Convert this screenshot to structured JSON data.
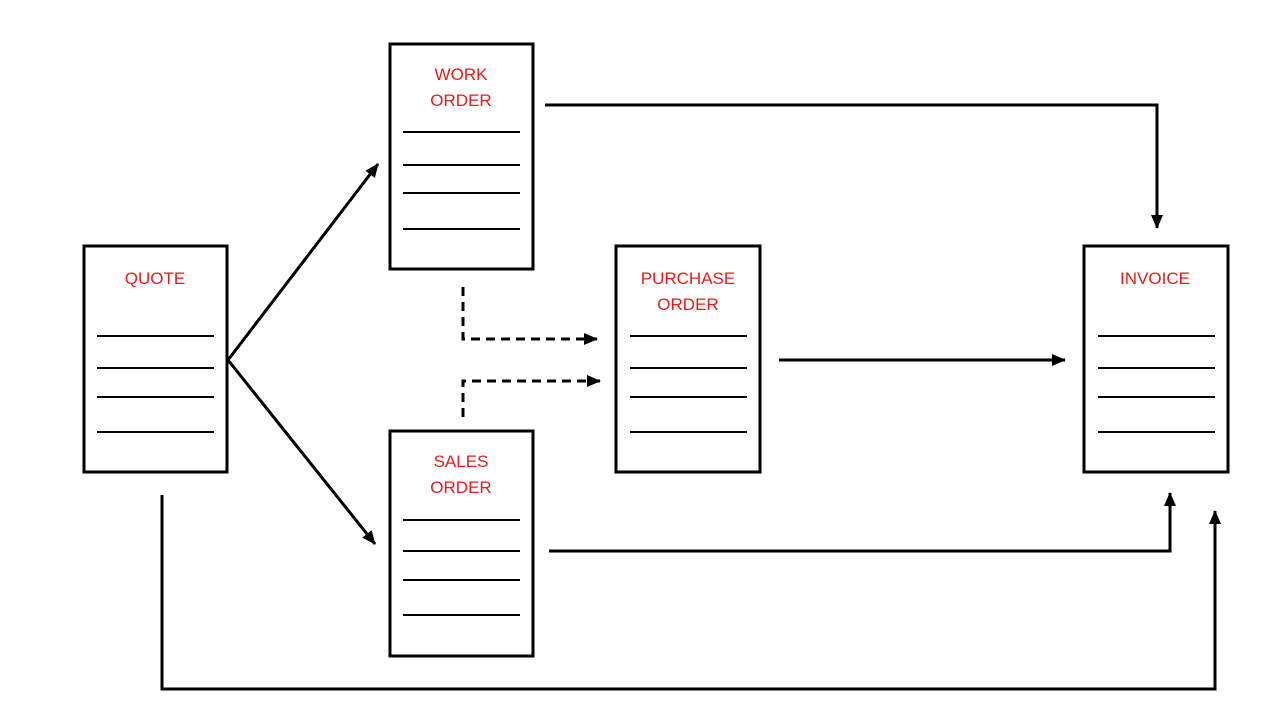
{
  "colors": {
    "label": "#e31b1b",
    "stroke": "#000000",
    "background": "#ffffff"
  },
  "nodes": {
    "quote": {
      "line1": "QUOTE",
      "line2": ""
    },
    "work_order": {
      "line1": "WORK",
      "line2": "ORDER"
    },
    "sales_order": {
      "line1": "SALES",
      "line2": "ORDER"
    },
    "purchase_order": {
      "line1": "PURCHASE",
      "line2": "ORDER"
    },
    "invoice": {
      "line1": "INVOICE",
      "line2": ""
    }
  },
  "edges": [
    {
      "from": "quote",
      "to": "work_order",
      "style": "solid"
    },
    {
      "from": "quote",
      "to": "sales_order",
      "style": "solid"
    },
    {
      "from": "work_order",
      "to": "purchase_order",
      "style": "dashed"
    },
    {
      "from": "sales_order",
      "to": "purchase_order",
      "style": "dashed"
    },
    {
      "from": "work_order",
      "to": "invoice",
      "style": "solid"
    },
    {
      "from": "purchase_order",
      "to": "invoice",
      "style": "solid"
    },
    {
      "from": "sales_order",
      "to": "invoice",
      "style": "solid"
    },
    {
      "from": "quote",
      "to": "invoice",
      "style": "solid"
    }
  ]
}
